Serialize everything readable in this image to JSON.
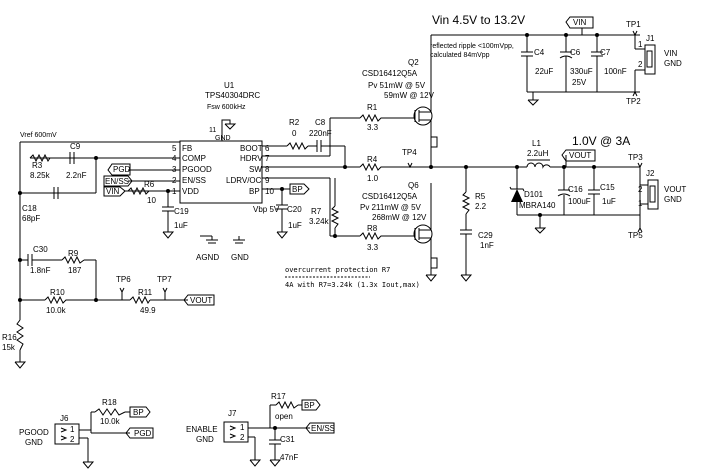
{
  "headers": {
    "vin": "Vin 4.5V to 13.2V",
    "vout": "1.0V @ 3A",
    "ripple_line1": "reflected ripple <100mVpp,",
    "ripple_line2": "calculated 84mVpp",
    "ocp_title": "overcurrent protection R7",
    "ocp_detail": "4A with R7=3.24k (1.3x Iout,max)"
  },
  "ic": {
    "ref": "U1",
    "part": "TPS40304DRC",
    "fsw": "Fsw 600kHz",
    "vref": "Vref 600mV",
    "gnd_label": "GND",
    "gnd_pin": "11",
    "pins_left": [
      {
        "name": "FB",
        "num": "5"
      },
      {
        "name": "COMP",
        "num": "4"
      },
      {
        "name": "PGOOD",
        "num": "3"
      },
      {
        "name": "EN/SS",
        "num": "2"
      },
      {
        "name": "VDD",
        "num": "1"
      }
    ],
    "pins_right": [
      {
        "name": "BOOT",
        "num": "6"
      },
      {
        "name": "HDRV",
        "num": "7"
      },
      {
        "name": "SW",
        "num": "8"
      },
      {
        "name": "LDRV/OC",
        "num": "9"
      },
      {
        "name": "BP",
        "num": "10"
      }
    ]
  },
  "parts": {
    "q2": {
      "ref": "Q2",
      "part": "CSD16412Q5A",
      "l1": "Pv 51mW @ 5V",
      "l2": "59mW @ 12V"
    },
    "q6": {
      "ref": "Q6",
      "part": "CSD16412Q5A",
      "l1": "Pv 211mW @ 5V",
      "l2": "268mW @ 12V"
    },
    "r1": {
      "ref": "R1",
      "val": "3.3"
    },
    "r2": {
      "ref": "R2",
      "val": "0"
    },
    "r3": {
      "ref": "R3",
      "val": "8.25k"
    },
    "r4": {
      "ref": "R4",
      "val": "1.0"
    },
    "r5": {
      "ref": "R5",
      "val": "2.2"
    },
    "r6": {
      "ref": "R6",
      "val": "10"
    },
    "r7": {
      "ref": "R7",
      "val": "3.24k"
    },
    "r8": {
      "ref": "R8",
      "val": "3.3"
    },
    "r9": {
      "ref": "R9",
      "val": "187"
    },
    "r10": {
      "ref": "R10",
      "val": "10.0k"
    },
    "r11": {
      "ref": "R11",
      "val": "49.9"
    },
    "r16": {
      "ref": "R16",
      "val": "15k"
    },
    "r17": {
      "ref": "R17",
      "val": "open"
    },
    "r18": {
      "ref": "R18",
      "val": "10.0k"
    },
    "c4": {
      "ref": "C4",
      "val": "22uF"
    },
    "c6": {
      "ref": "C6",
      "val": "330uF",
      "v": "25V"
    },
    "c7": {
      "ref": "C7",
      "val": "100nF"
    },
    "c8": {
      "ref": "C8",
      "val": "220nF"
    },
    "c9": {
      "ref": "C9",
      "val": "2.2nF"
    },
    "c15": {
      "ref": "C15",
      "val": "1uF"
    },
    "c16": {
      "ref": "C16",
      "val": "100uF"
    },
    "c18": {
      "ref": "C18",
      "val": "68pF"
    },
    "c19": {
      "ref": "C19",
      "val": "1uF"
    },
    "c20": {
      "ref": "C20",
      "val": "1uF"
    },
    "c29": {
      "ref": "C29",
      "val": "1nF"
    },
    "c30": {
      "ref": "C30",
      "val": "1.8nF"
    },
    "c31": {
      "ref": "C31",
      "val": "47nF"
    },
    "l1": {
      "ref": "L1",
      "val": "2.2uH"
    },
    "d101": {
      "ref": "D101",
      "part": "MBRA140"
    },
    "vbp": "Vbp 5V"
  },
  "nets": {
    "vin": "VIN",
    "vout": "VOUT",
    "pgd": "PGD",
    "enss": "EN/SS",
    "bp": "BP",
    "agnd": "AGND",
    "gnd": "GND"
  },
  "testpoints": {
    "tp1": "TP1",
    "tp2": "TP2",
    "tp3": "TP3",
    "tp4": "TP4",
    "tp5": "TP5",
    "tp6": "TP6",
    "tp7": "TP7"
  },
  "connectors": {
    "j1": {
      "ref": "J1",
      "l1": "VIN",
      "l2": "GND",
      "p1": "1",
      "p2": "2"
    },
    "j2": {
      "ref": "J2",
      "l1": "VOUT",
      "l2": "GND",
      "p1": "1",
      "p2": "2"
    },
    "j6": {
      "ref": "J6",
      "l1": "PGOOD",
      "l2": "GND",
      "p1": "1",
      "p2": "2"
    },
    "j7": {
      "ref": "J7",
      "l1": "ENABLE",
      "l2": "GND",
      "p1": "1",
      "p2": "2"
    }
  }
}
